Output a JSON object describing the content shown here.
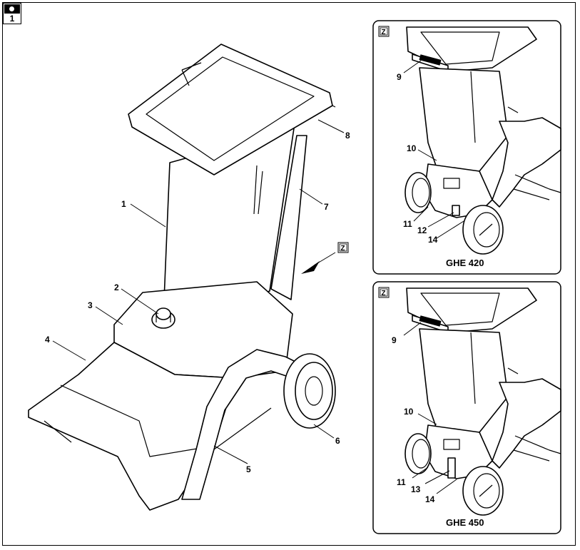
{
  "figure": {
    "number": "1"
  },
  "main": {
    "callouts": [
      "1",
      "2",
      "3",
      "4",
      "5",
      "6",
      "7",
      "8"
    ],
    "view_marker": "Z"
  },
  "panels": [
    {
      "marker": "Z",
      "model": "GHE 420",
      "callouts": [
        "9",
        "10",
        "11",
        "12",
        "14"
      ]
    },
    {
      "marker": "Z",
      "model": "GHE 450",
      "callouts": [
        "9",
        "10",
        "11",
        "13",
        "14"
      ]
    }
  ]
}
